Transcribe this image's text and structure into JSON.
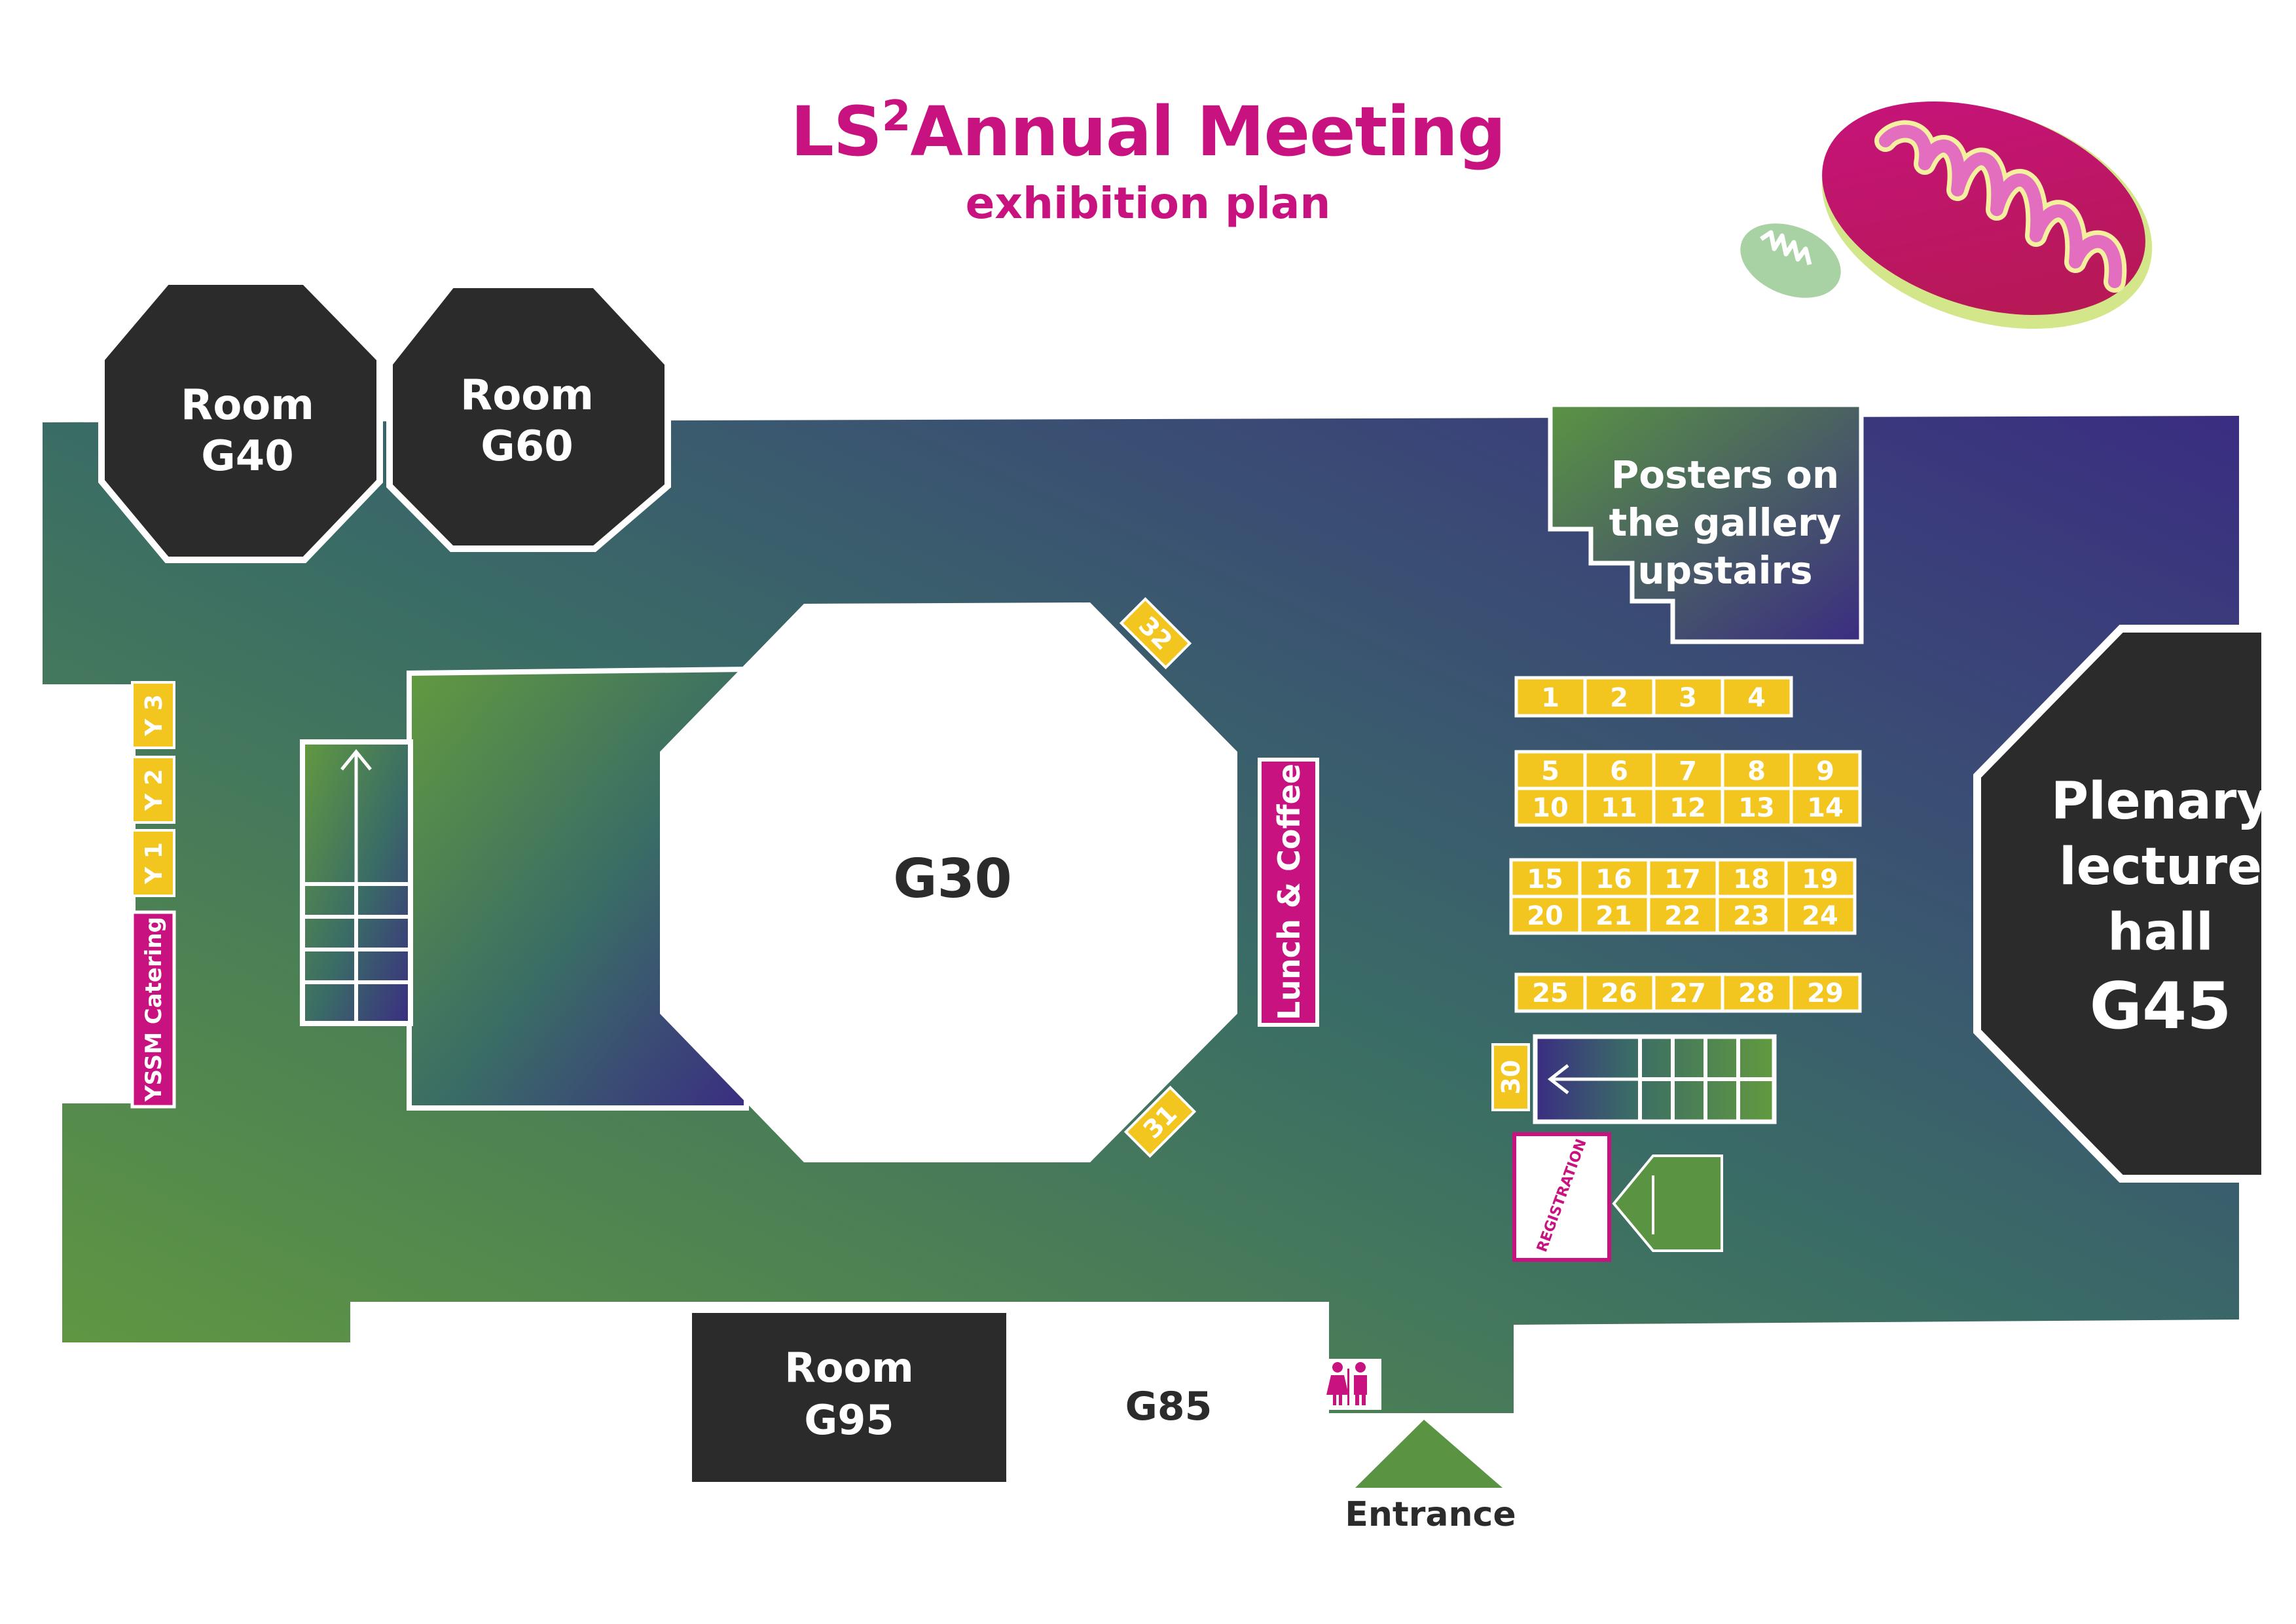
{
  "title": {
    "prefix": "LS",
    "superscript": "2",
    "rest": "Annual Meeting"
  },
  "subtitle": "exhibition plan",
  "colors": {
    "floor_green": "#629a3f",
    "floor_purple": "#3a2d82",
    "room_dark": "#2b2b2b",
    "booth_yellow": "#f2c51f",
    "accent_magenta": "#c8127f",
    "white": "#ffffff"
  },
  "rooms": {
    "g40": {
      "line1": "Room",
      "line2": "G40"
    },
    "g60": {
      "line1": "Room",
      "line2": "G60"
    },
    "g30": "G30",
    "g45": {
      "line1": "Plenary",
      "line2": "lecture",
      "line3": "hall",
      "line4": "G45"
    },
    "g95": {
      "line1": "Room",
      "line2": "G95"
    },
    "g85": "G85"
  },
  "posters": {
    "line1": "Posters on",
    "line2": "the gallery",
    "line3": "upstairs"
  },
  "lunch": "Lunch & Coffee",
  "yssm_catering": "YSSM Catering",
  "young_booths": [
    "Y 1",
    "Y 2",
    "Y 3"
  ],
  "registration": "REGISTRATION",
  "entrance": "Entrance",
  "booths": {
    "row1": [
      "1",
      "2",
      "3",
      "4"
    ],
    "row2": [
      "5",
      "6",
      "7",
      "8",
      "9"
    ],
    "row3": [
      "10",
      "11",
      "12",
      "13",
      "14"
    ],
    "row4": [
      "15",
      "16",
      "17",
      "18",
      "19"
    ],
    "row5": [
      "20",
      "21",
      "22",
      "23",
      "24"
    ],
    "row6": [
      "25",
      "26",
      "27",
      "28",
      "29"
    ],
    "b30": "30",
    "b31": "31",
    "b32": "32"
  },
  "icons": [
    "mitochondrion-large-icon",
    "mitochondrion-small-icon",
    "restroom-icon",
    "stair-arrow-icon"
  ]
}
